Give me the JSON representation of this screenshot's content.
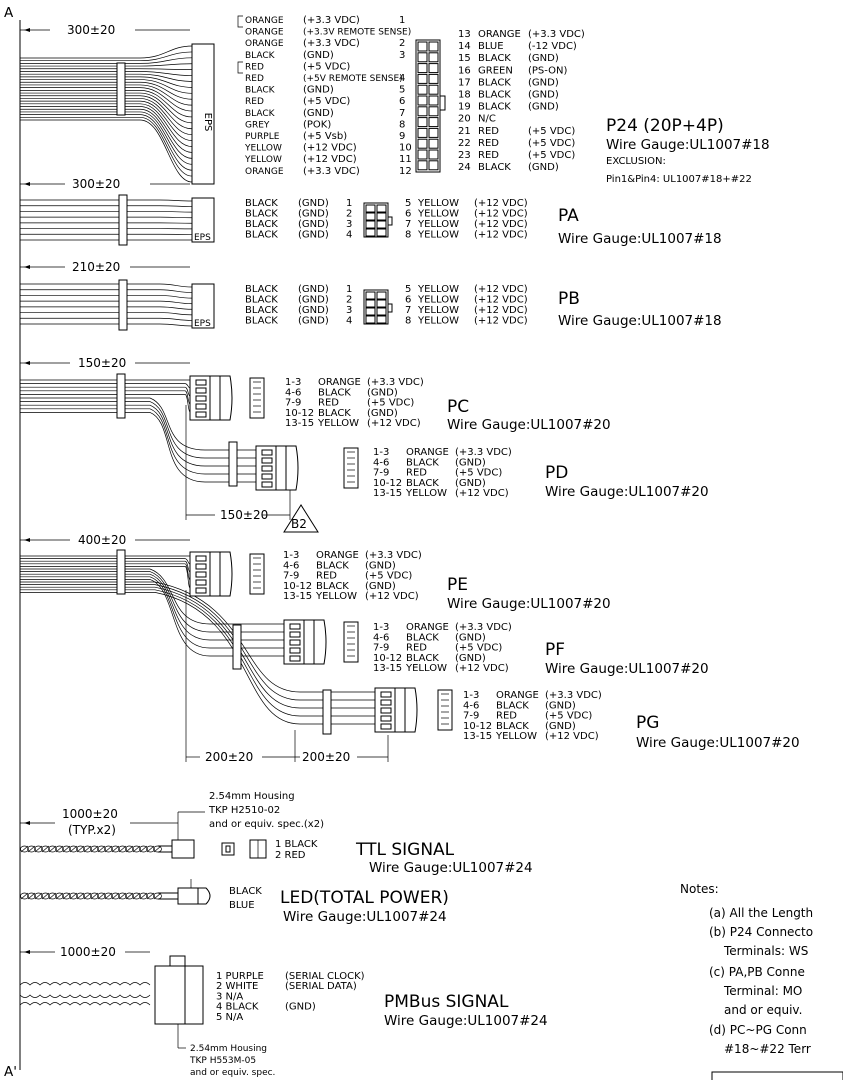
{
  "markers": {
    "top": "A",
    "bottom": "A'"
  },
  "p24": {
    "length": "300±20",
    "housing_label": "EPS",
    "left_pins": [
      {
        "color": "ORANGE",
        "signal": "(+3.3 VDC)",
        "num": "1"
      },
      {
        "color": "ORANGE",
        "signal": "(+3.3V REMOTE SENSE)",
        "num": ""
      },
      {
        "color": "ORANGE",
        "signal": "(+3.3 VDC)",
        "num": "2"
      },
      {
        "color": "BLACK",
        "signal": "(GND)",
        "num": "3"
      },
      {
        "color": "RED",
        "signal": "(+5 VDC)",
        "num": ""
      },
      {
        "color": "RED",
        "signal": "(+5V REMOTE SENSE)",
        "num": "4"
      },
      {
        "color": "BLACK",
        "signal": "(GND)",
        "num": "5"
      },
      {
        "color": "RED",
        "signal": "(+5 VDC)",
        "num": "6"
      },
      {
        "color": "BLACK",
        "signal": "(GND)",
        "num": "7"
      },
      {
        "color": "GREY",
        "signal": "(POK)",
        "num": "8"
      },
      {
        "color": "PURPLE",
        "signal": "(+5 Vsb)",
        "num": "9"
      },
      {
        "color": "YELLOW",
        "signal": "(+12 VDC)",
        "num": "10"
      },
      {
        "color": "YELLOW",
        "signal": "(+12 VDC)",
        "num": "11"
      },
      {
        "color": "ORANGE",
        "signal": "(+3.3 VDC)",
        "num": "12"
      }
    ],
    "right_pins": [
      {
        "num": "13",
        "color": "ORANGE",
        "signal": "(+3.3 VDC)"
      },
      {
        "num": "14",
        "color": "BLUE",
        "signal": "(-12 VDC)"
      },
      {
        "num": "15",
        "color": "BLACK",
        "signal": "(GND)"
      },
      {
        "num": "16",
        "color": "GREEN",
        "signal": "(PS-ON)"
      },
      {
        "num": "17",
        "color": "BLACK",
        "signal": "(GND)"
      },
      {
        "num": "18",
        "color": "BLACK",
        "signal": "(GND)"
      },
      {
        "num": "19",
        "color": "BLACK",
        "signal": "(GND)"
      },
      {
        "num": "20",
        "color": "N/C",
        "signal": ""
      },
      {
        "num": "21",
        "color": "RED",
        "signal": "(+5 VDC)"
      },
      {
        "num": "22",
        "color": "RED",
        "signal": "(+5 VDC)"
      },
      {
        "num": "23",
        "color": "RED",
        "signal": "(+5 VDC)"
      },
      {
        "num": "24",
        "color": "BLACK",
        "signal": "(GND)"
      }
    ],
    "title": "P24 (20P+4P)",
    "gauge": "Wire Gauge:UL1007#18",
    "exclusion": "EXCLUSION:",
    "exclusion_detail": "Pin1&Pin4: UL1007#18+#22"
  },
  "pa": {
    "length": "300±20",
    "housing_label": "EPS",
    "pins": [
      {
        "l": "BLACK",
        "ls": "(GND)",
        "ln": "1",
        "rn": "5",
        "r": "YELLOW",
        "rs": "(+12 VDC)"
      },
      {
        "l": "BLACK",
        "ls": "(GND)",
        "ln": "2",
        "rn": "6",
        "r": "YELLOW",
        "rs": "(+12 VDC)"
      },
      {
        "l": "BLACK",
        "ls": "(GND)",
        "ln": "3",
        "rn": "7",
        "r": "YELLOW",
        "rs": "(+12 VDC)"
      },
      {
        "l": "BLACK",
        "ls": "(GND)",
        "ln": "4",
        "rn": "8",
        "r": "YELLOW",
        "rs": "(+12 VDC)"
      }
    ],
    "title": "PA",
    "gauge": "Wire Gauge:UL1007#18"
  },
  "pb": {
    "length": "210±20",
    "housing_label": "EPS",
    "pins": [
      {
        "l": "BLACK",
        "ls": "(GND)",
        "ln": "1",
        "rn": "5",
        "r": "YELLOW",
        "rs": "(+12 VDC)"
      },
      {
        "l": "BLACK",
        "ls": "(GND)",
        "ln": "2",
        "rn": "6",
        "r": "YELLOW",
        "rs": "(+12 VDC)"
      },
      {
        "l": "BLACK",
        "ls": "(GND)",
        "ln": "3",
        "rn": "7",
        "r": "YELLOW",
        "rs": "(+12 VDC)"
      },
      {
        "l": "BLACK",
        "ls": "(GND)",
        "ln": "4",
        "rn": "8",
        "r": "YELLOW",
        "rs": "(+12 VDC)"
      }
    ],
    "title": "PB",
    "gauge": "Wire Gauge:UL1007#18"
  },
  "sata_pins": [
    {
      "range": "1-3",
      "color": "ORANGE",
      "signal": "(+3.3 VDC)"
    },
    {
      "range": "4-6",
      "color": "BLACK",
      "signal": "(GND)"
    },
    {
      "range": "7-9",
      "color": "RED",
      "signal": "(+5 VDC)"
    },
    {
      "range": "10-12",
      "color": "BLACK",
      "signal": "(GND)"
    },
    {
      "range": "13-15",
      "color": "YELLOW",
      "signal": "(+12 VDC)"
    }
  ],
  "pcpd": {
    "length_1": "150±20",
    "length_2": "150±20",
    "balloon": "B2",
    "pc_title": "PC",
    "pc_gauge": "Wire Gauge:UL1007#20",
    "pd_title": "PD",
    "pd_gauge": "Wire Gauge:UL1007#20"
  },
  "pepg": {
    "length_1": "400±20",
    "length_2": "200±20",
    "length_3": "200±20",
    "pe_title": "PE",
    "pe_gauge": "Wire Gauge:UL1007#20",
    "pf_title": "PF",
    "pf_gauge": "Wire Gauge:UL1007#20",
    "pg_title": "PG",
    "pg_gauge": "Wire Gauge:UL1007#20"
  },
  "ttl": {
    "length": "1000±20",
    "length_note": "(TYP.x2)",
    "housing_1": "2.54mm Housing",
    "housing_2": "TKP H2510-02",
    "housing_3": "and or equiv. spec.(x2)",
    "pin1": "1 BLACK",
    "pin2": "2 RED",
    "title": "TTL SIGNAL",
    "gauge": "Wire Gauge:UL1007#24"
  },
  "led": {
    "wire1": "BLACK",
    "wire2": "BLUE",
    "title": "LED(TOTAL POWER)",
    "gauge": "Wire Gauge:UL1007#24"
  },
  "pmbus": {
    "length": "1000±20",
    "pins": [
      {
        "label": "1 PURPLE",
        "signal": "(SERIAL CLOCK)"
      },
      {
        "label": "2 WHITE",
        "signal": "(SERIAL DATA)"
      },
      {
        "label": "3 N/A",
        "signal": ""
      },
      {
        "label": "4 BLACK",
        "signal": "(GND)"
      },
      {
        "label": "5 N/A",
        "signal": ""
      }
    ],
    "housing_1": "2.54mm Housing",
    "housing_2": "TKP H553M-05",
    "housing_3": "and or equiv. spec.",
    "title": "PMBus SIGNAL",
    "gauge": "Wire Gauge:UL1007#24"
  },
  "notes": {
    "heading": "Notes:",
    "lines": [
      "(a) All the Length",
      "(b) P24 Connecto",
      "Terminals: WS",
      "(c) PA,PB Conne",
      "Terminal: MO",
      "and or equiv.",
      "(d) PC~PG Conn",
      "#18~#22 Terr"
    ]
  }
}
